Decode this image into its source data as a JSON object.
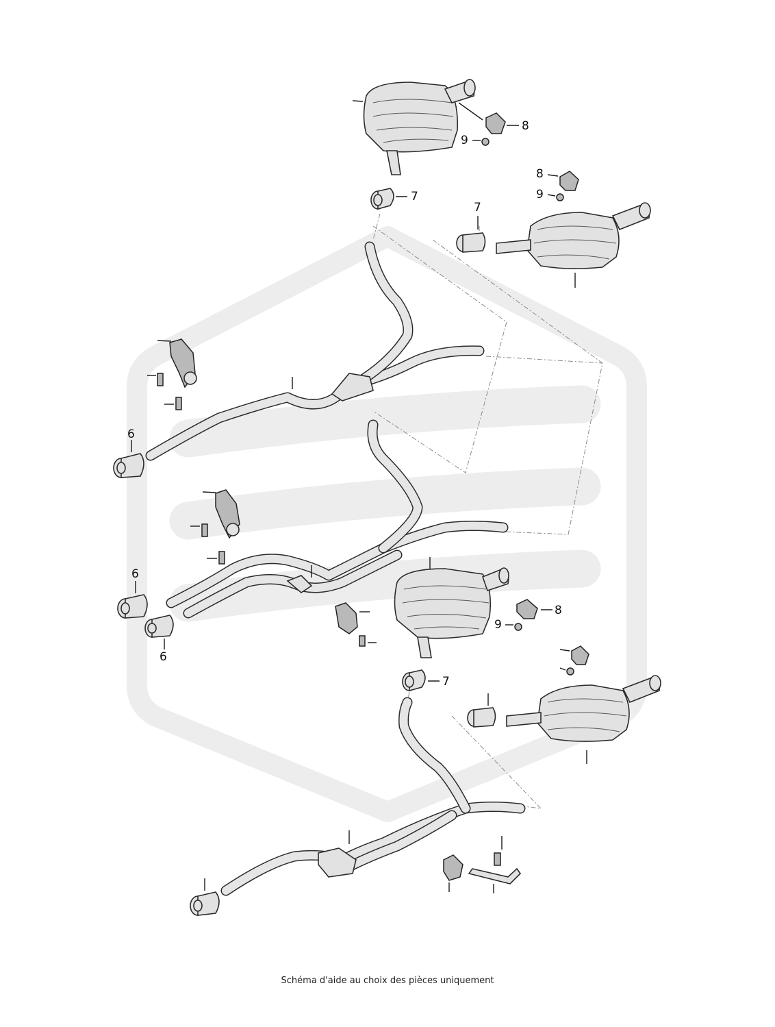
{
  "caption": "Schéma d'aide au choix des pièces uniquement",
  "part_numbers": {
    "clamp_6_a": "6",
    "clamp_6_b": "6",
    "clamp_6_c": "6",
    "clamp_7_a": "7",
    "clamp_7_b": "7",
    "clamp_7_c": "7",
    "bracket_8_a": "8",
    "bracket_8_b": "8",
    "bracket_8_c": "8",
    "nut_9_a": "9",
    "nut_9_b": "9",
    "nut_9_c": "9"
  },
  "colors": {
    "line": "#2b2b2b",
    "part_fill": "#e2e2e2",
    "watermark": "#ececec"
  }
}
